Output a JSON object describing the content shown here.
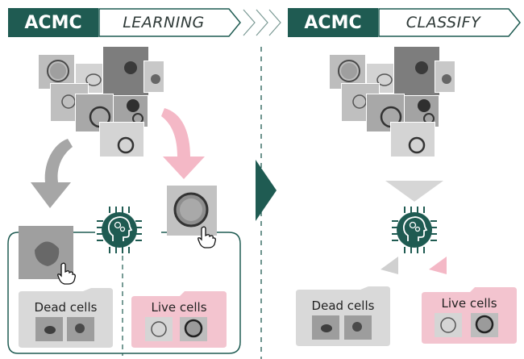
{
  "left_panel": {
    "brand": "ACMC",
    "mode": "LEARNING",
    "folders": {
      "dead": {
        "label": "Dead cells"
      },
      "live": {
        "label": "Live cells"
      }
    }
  },
  "right_panel": {
    "brand": "ACMC",
    "mode": "CLASSIFY",
    "folders": {
      "dead": {
        "label": "Dead cells"
      },
      "live": {
        "label": "Live cells"
      }
    }
  },
  "colors": {
    "brand": "#1f5b52",
    "live": "#f3c4cf",
    "dead": "#d9d9d9",
    "grey_arrow": "#a6a6a6",
    "pink_arrow": "#f4b8c6"
  },
  "icons": {
    "processor": "ai-head-chip-icon",
    "pointer": "hand-pointer-icon"
  }
}
